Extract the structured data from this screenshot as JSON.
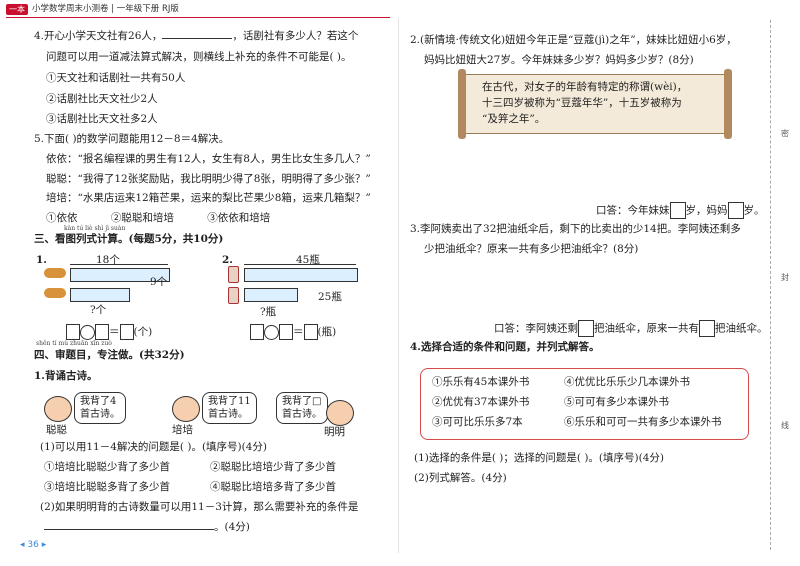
{
  "header": {
    "badge": "一本",
    "title": "小学数学周末小测卷 | 一年级下册 RJ版"
  },
  "left": {
    "q4_line1": "4.开心小学天文社有26人，",
    "q4_line1b": "，话剧社有多少人？若这个",
    "q4_line2": "问题可以用一道减法算式解决，则横线上补充的条件不可能是(    )。",
    "q4_opt1": "①天文社和话剧社一共有50人",
    "q4_opt2": "②话剧社比天文社少2人",
    "q4_opt3": "③话剧社比天文社多2人",
    "q5_line1": "5.下面(    )的数学问题能用12－8＝4解决。",
    "q5_l2": "依依：“报名编程课的男生有12人，女生有8人，男生比女生多几人？”",
    "q5_l3": "聪聪：“我得了12张奖励贴，我比明明少得了8张，明明得了多少张？”",
    "q5_l4": "培培：“水果店运来12箱芒果，运来的梨比芒果少8箱，运来几箱梨？”",
    "q5_opts": "①依依          ②聪聪和培培          ③依依和培培",
    "sec3_pinyin": "kàn  tú  liè  shì  jì  suàn",
    "sec3_title": "三、看图列式计算。(每题5分，共10分)",
    "p1_num": "1.",
    "p1_top": "18个",
    "p1_right": "9个",
    "p1_q": "?个",
    "p1_unit": "(个)",
    "p2_num": "2.",
    "p2_top": "45瓶",
    "p2_right": "25瓶",
    "p2_q": "?瓶",
    "p2_unit": "(瓶)",
    "sec4_pinyin": "shěn  tí  mù  zhuān  xīn  zuò",
    "sec4_title": "四、审题目，专注做。(共32分)",
    "s4q1": "1.背诵古诗。",
    "bubble1": "我背了4\n首古诗。",
    "bubble2": "我背了11\n首古诗。",
    "bubble3": "我背了□\n首古诗。",
    "name1": "聪聪",
    "name2": "培培",
    "name3": "明明",
    "s4q1_1": "(1)可以用11－4解决的问题是(    )。(填序号)(4分)",
    "s4q1_o1": "①培培比聪聪少背了多少首",
    "s4q1_o2": "②聪聪比培培少背了多少首",
    "s4q1_o3": "③培培比聪聪多背了多少首",
    "s4q1_o4": "④聪聪比培培多背了多少首",
    "s4q1_2": "(2)如果明明背的古诗数量可以用11－3计算，那么需要补充的条件是",
    "s4q1_2b": "。(4分)",
    "page": "36"
  },
  "right": {
    "q2_l1": "2.(新情境·传统文化)妞妞今年正是“豆蔻(jì)之年”，妹妹比妞妞小6岁，",
    "q2_l2": "妈妈比妞妞大27岁。今年妹妹多少岁？妈妈多少岁？(8分)",
    "scroll_l1": "在古代，对女子的年龄有特定的称谓(wèi)，",
    "scroll_l2": "十三四岁被称为“豆蔻年华”，十五岁被称为",
    "scroll_l3": "“及笄之年”。",
    "q2_ans_a": "口答：今年妹妹",
    "q2_ans_b": "岁，妈妈",
    "q2_ans_c": "岁。",
    "q3_l1": "3.李阿姨卖出了32把油纸伞后，剩下的比卖出的少14把。李阿姨还剩多",
    "q3_l2": "少把油纸伞？原来一共有多少把油纸伞？(8分)",
    "q3_ans_a": "口答：李阿姨还剩",
    "q3_ans_b": "把油纸伞，原来一共有",
    "q3_ans_c": "把油纸伞。",
    "q4_title": "4.选择合适的条件和问题，并列式解答。",
    "c1": "①乐乐有45本课外书",
    "c2": "④优优比乐乐少几本课外书",
    "c3": "②优优有37本课外书",
    "c4": "⑤可可有多少本课外书",
    "c5": "③可可比乐乐多7本",
    "c6": "⑥乐乐和可可一共有多少本课外书",
    "q4_1": "(1)选择的条件是(    )；选择的问题是(    )。(填序号)(4分)",
    "q4_2": "(2)列式解答。(4分)"
  },
  "side": {
    "a": "密",
    "b": "封",
    "c": "线"
  }
}
